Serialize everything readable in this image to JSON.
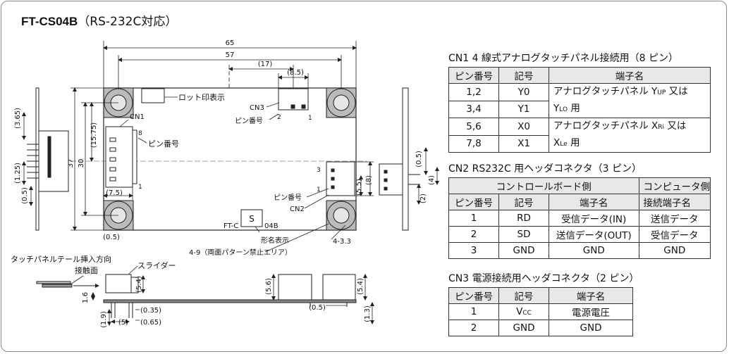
{
  "title": {
    "model": "FT-CS04B",
    "suffix": "（RS-232C対応）"
  },
  "drawing": {
    "dims": {
      "d65": "65",
      "d57": "57",
      "d17": "(17)",
      "d8_5": "(8.5)",
      "d3_65": "(3.65)",
      "d1_25": "(1.25)",
      "d0_5_left": "(0.5)",
      "d37": "37",
      "d30": "30",
      "d15_75": "(15.75)",
      "d7_5": "(7.5)",
      "d0_5_corner": "(0.5)",
      "d0_5_r1": "(0.5)",
      "d4": "(4)",
      "d2": "(2)",
      "d5_5": "(5.5)",
      "d8": "(8)",
      "d4_3_3": "4-3.3",
      "d5_4_a": "(5.4)",
      "d5_6": "(5.6)",
      "d5_4_b": "(5.4)",
      "d1_6": "1.6",
      "d1_9": "(1.9)",
      "d5": "(5)",
      "d0_35": "(0.35)",
      "d0_65": "(0.65)",
      "d0_5_bottom": "(0.5)",
      "d1_3": "(1.3)"
    },
    "labels": {
      "lot": "ロット印表示",
      "cn1": "CN1",
      "cn2": "CN2",
      "cn3": "CN3",
      "pin_no_cn1": "ピン番号",
      "pin_no_cn3": "ピン番号",
      "pin_no_cn2": "ピン番号",
      "pin8": "8",
      "pin1_cn1": "1",
      "pin2_cn3": "2",
      "pin1_cn3": "1",
      "pin3_cn2": "3",
      "pin1_cn2": "1",
      "model_left": "FT-C",
      "model_box": "S",
      "model_right": "04B",
      "model_display": "形名表示",
      "keepout": "4-9（両面パターン禁止エリア）",
      "insert_dir": "タッチパネルテール挿入方向",
      "contact_face": "接触面",
      "slider": "スライダー"
    }
  },
  "cn1": {
    "heading": "CN1 4 線式アナログタッチパネル接続用（8 ピン）",
    "headers": [
      "ピン番号",
      "記号",
      "端子名"
    ],
    "rows": [
      {
        "pin": "1,2",
        "sym": "Y0"
      },
      {
        "pin": "3,4",
        "sym": "Y1"
      },
      {
        "pin": "5,6",
        "sym": "X0"
      },
      {
        "pin": "7,8",
        "sym": "X1"
      }
    ],
    "names": [
      {
        "pre": "アナログタッチパネル Y",
        "sub": "UP",
        "post": " 又は",
        "line2": "Y",
        "line2sub": "LO",
        "line2post": " 用"
      },
      {
        "pre": "アナログタッチパネル X",
        "sub": "Ri",
        "post": " 又は",
        "line2": "X",
        "line2sub": "Le",
        "line2post": " 用"
      }
    ]
  },
  "cn2": {
    "heading": "CN2 RS232C 用ヘッダコネクタ（3 ピン）",
    "group_left": "コントロールボード側",
    "group_right": "コンピュータ側",
    "headers": [
      "ピン番号",
      "記号",
      "端子名",
      "接続端子名"
    ],
    "rows": [
      [
        "1",
        "RD",
        "受信データ(IN)",
        "送信データ"
      ],
      [
        "2",
        "SD",
        "送信データ(OUT)",
        "受信データ"
      ],
      [
        "3",
        "GND",
        "GND",
        "GND"
      ]
    ]
  },
  "cn3": {
    "heading": "CN3 電源接続用ヘッダコネクタ（2 ピン）",
    "headers": [
      "ピン番号",
      "記号",
      "端子名"
    ],
    "rows": [
      {
        "pin": "1",
        "sym": "V",
        "symsub": "CC",
        "name": "電源電圧"
      },
      {
        "pin": "2",
        "sym": "GND",
        "symsub": "",
        "name": "GND"
      }
    ]
  }
}
